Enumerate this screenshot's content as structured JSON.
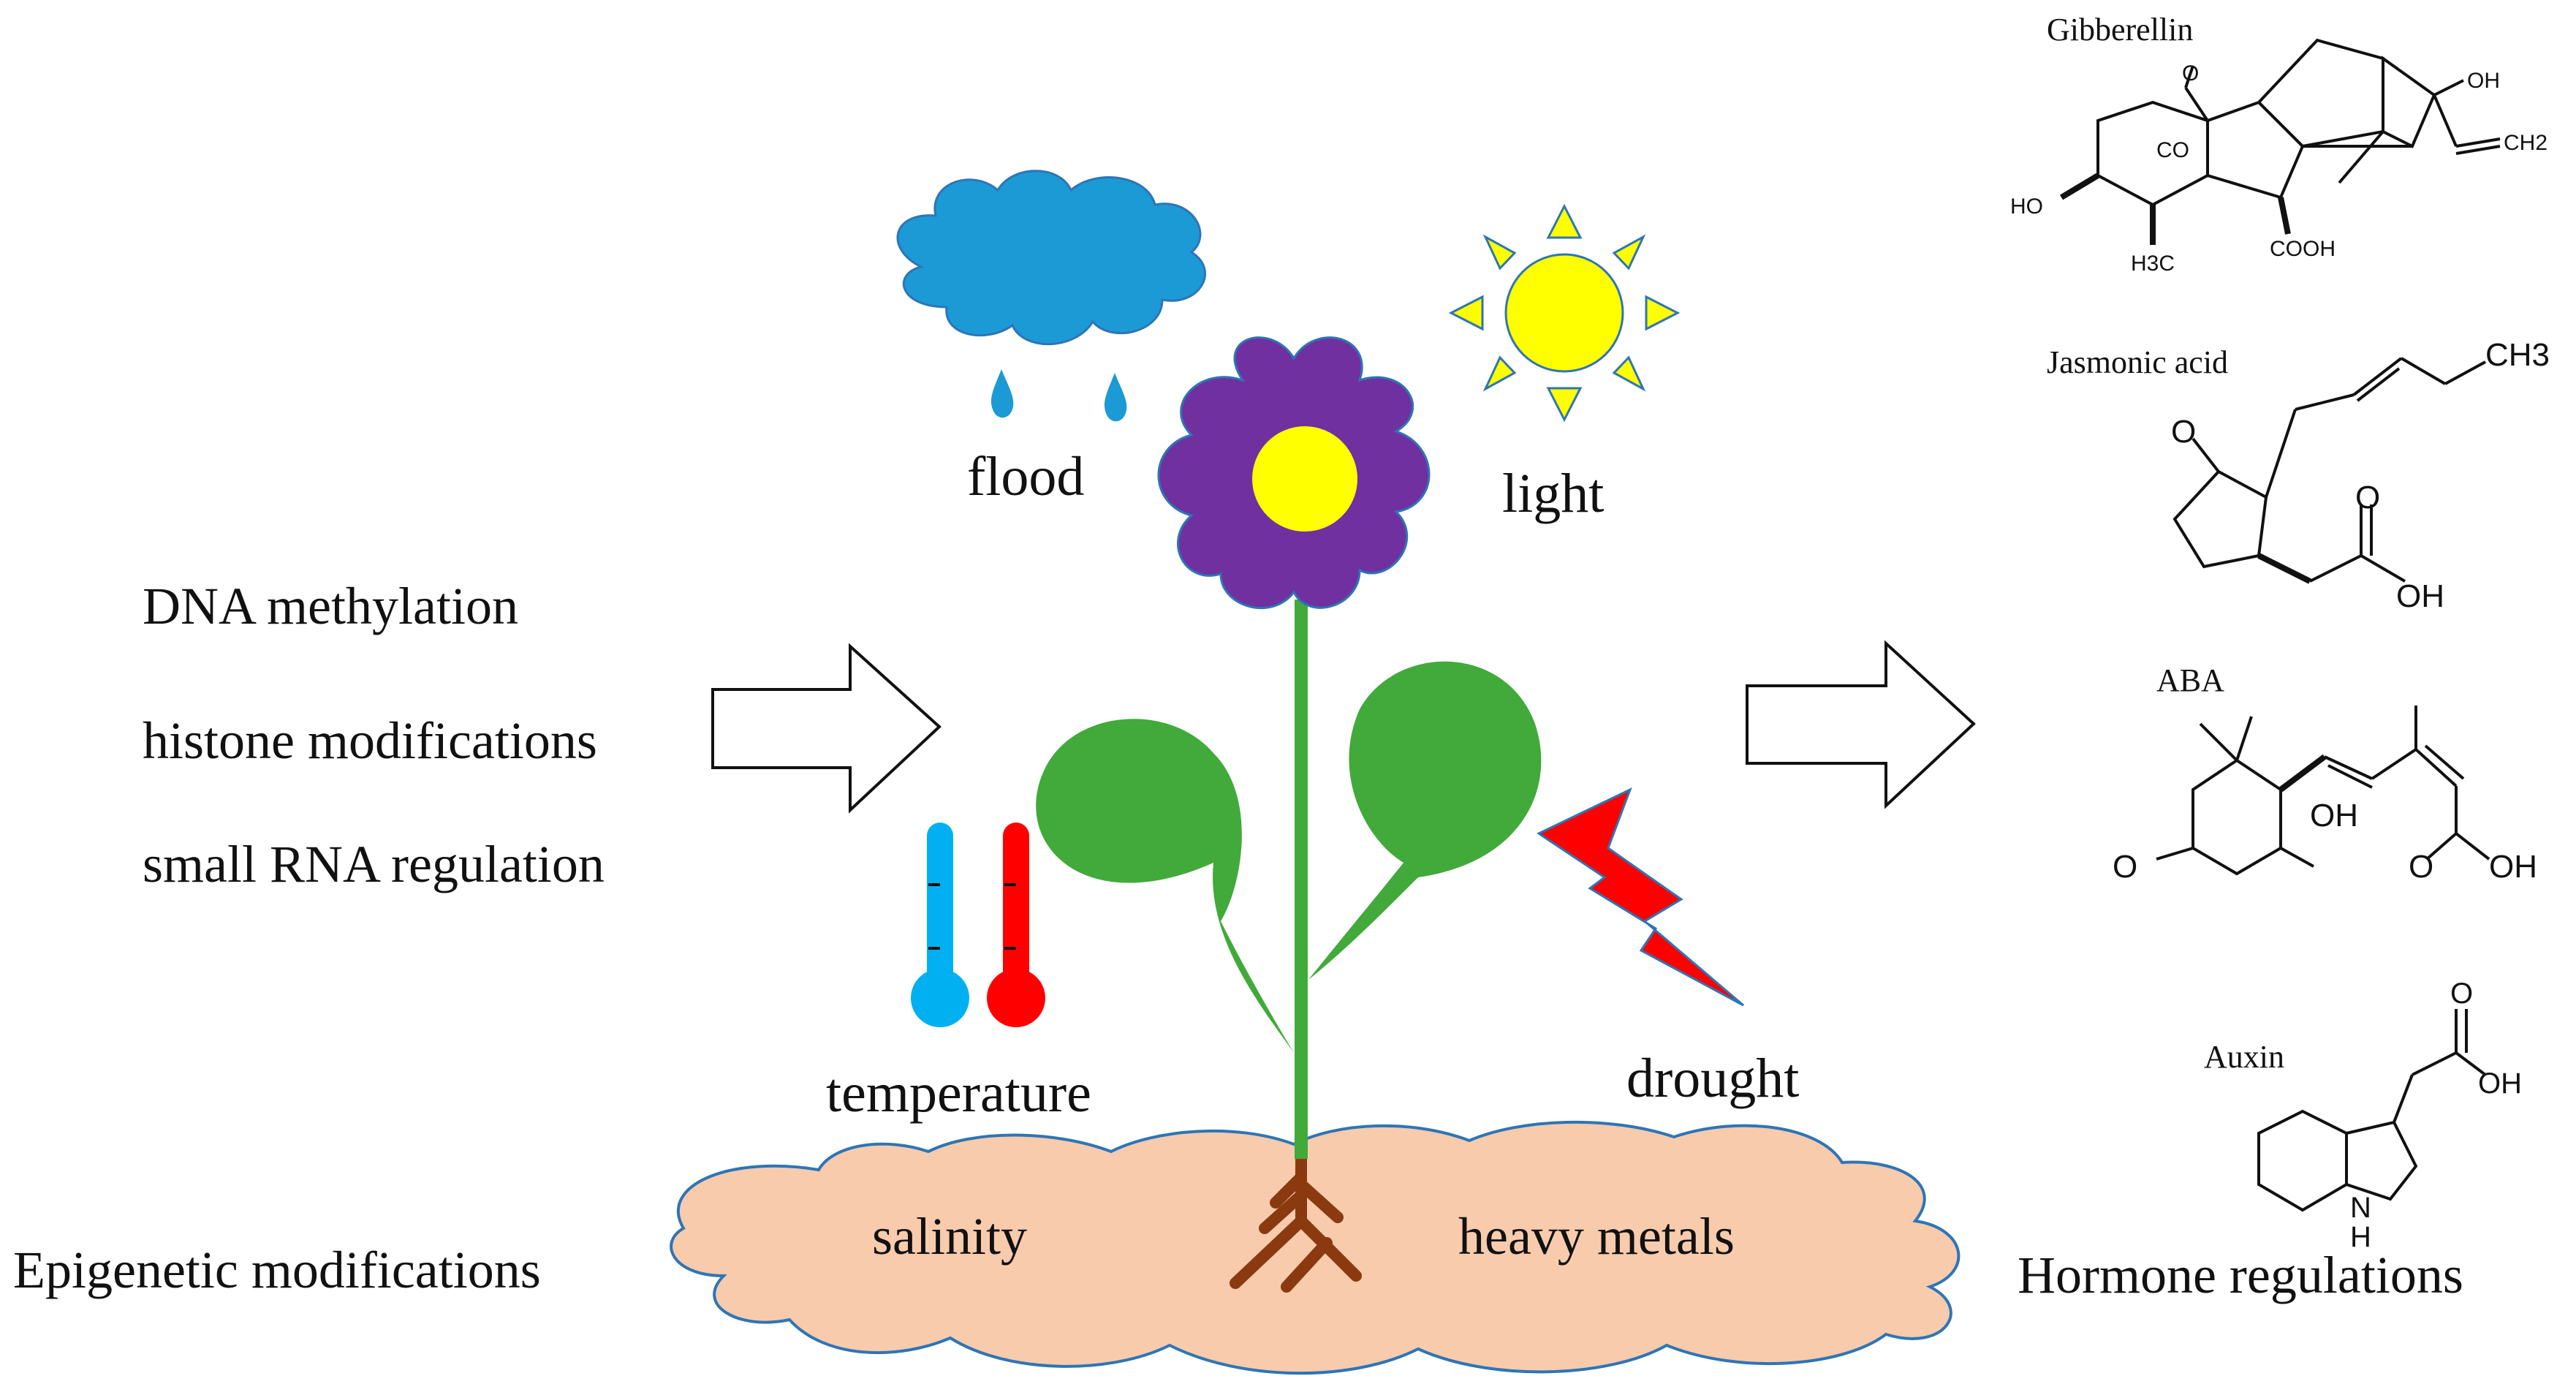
{
  "epigenetics": {
    "items": [
      "DNA methylation",
      "histone modifications",
      "small RNA regulation"
    ],
    "caption": "Epigenetic modifications"
  },
  "stresses": {
    "flood": "flood",
    "light": "light",
    "temperature": "temperature",
    "drought": "drought",
    "salinity": "salinity",
    "heavy_metals": "heavy metals"
  },
  "hormones": {
    "caption": "Hormone regulations",
    "gibberellin": {
      "name": "Gibberellin",
      "labels": {
        "oh_top": "OH",
        "ch2": "CH2",
        "co": "CO",
        "o": "O",
        "ho": "HO",
        "h3c": "H3C",
        "cooh": "COOH"
      }
    },
    "jasmonic": {
      "name": "Jasmonic  acid",
      "labels": {
        "ch3": "CH3",
        "o": "O",
        "o2": "O",
        "oh": "OH"
      }
    },
    "aba": {
      "name": "ABA",
      "labels": {
        "oh": "OH",
        "o": "O",
        "o2": "O",
        "oh2": "OH"
      }
    },
    "auxin": {
      "name": "Auxin",
      "labels": {
        "o": "O",
        "oh": "OH",
        "nh": "N",
        "h": "H"
      }
    }
  },
  "colors": {
    "cloud": "#1b9ad6",
    "flower": "#7030a0",
    "flower_center": "#ffff00",
    "sun": "#ffff00",
    "leaf": "#41aa3a",
    "stem": "#41aa3a",
    "soil": "#f8cbad",
    "soil_outline": "#2e75b6",
    "root": "#8b3a0f",
    "bolt": "#ff0000",
    "thermo_cold": "#00b0f0",
    "thermo_hot": "#ff0000"
  }
}
